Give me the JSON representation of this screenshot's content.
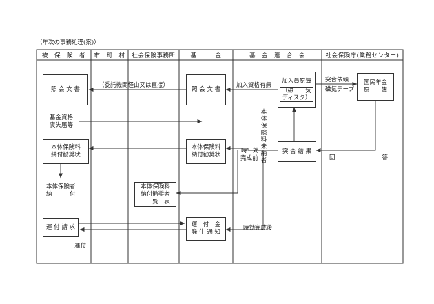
{
  "caption": "（年次の事務処理(案)）",
  "columns": [
    "被　保　険　者",
    "市　町　村",
    "社会保険事務所",
    "基　　　金",
    "基　金　連　合　会",
    "社会保険庁(業務センター)"
  ],
  "nodes": {
    "inq_ins": "照 会 文 書",
    "inq_fund": "照 会 文 書",
    "master_l1": "加入員原簿",
    "master_l2": "（磁　　気",
    "master_l3": "ディスク）",
    "pension_l1": "国民年金",
    "pension_l2": "原　　簿",
    "match": "突 合 結 果",
    "notice_ins_l1": "本体保険料",
    "notice_ins_l2": "納付勧奨状",
    "notice_fund_l1": "本体保険料",
    "notice_fund_l2": "納付勧奨状",
    "list_l1": "本体保険料",
    "list_l2": "納付勧奨者",
    "list_l3": "一　覧　表",
    "claim": "運 付 請 求",
    "refund_l1": "運　付　金",
    "refund_l2": "発 生 通 知"
  },
  "labels": {
    "via_note": "（委託機関経由又は直接）",
    "eligibility": "加入資格有無",
    "request": "突合依頼",
    "tape": "磁気テープ",
    "loss_l1": "基金資格",
    "loss_l2": "喪失届等",
    "unpaid": "本体保険料未納者",
    "before_l1": "時　効",
    "before_l2": "完成前",
    "reply": "回　　　　　　　　答",
    "pay_l1": "本体保険者",
    "pay_l2": "納　　　付",
    "after": "時効完成後",
    "refund": "運付"
  }
}
